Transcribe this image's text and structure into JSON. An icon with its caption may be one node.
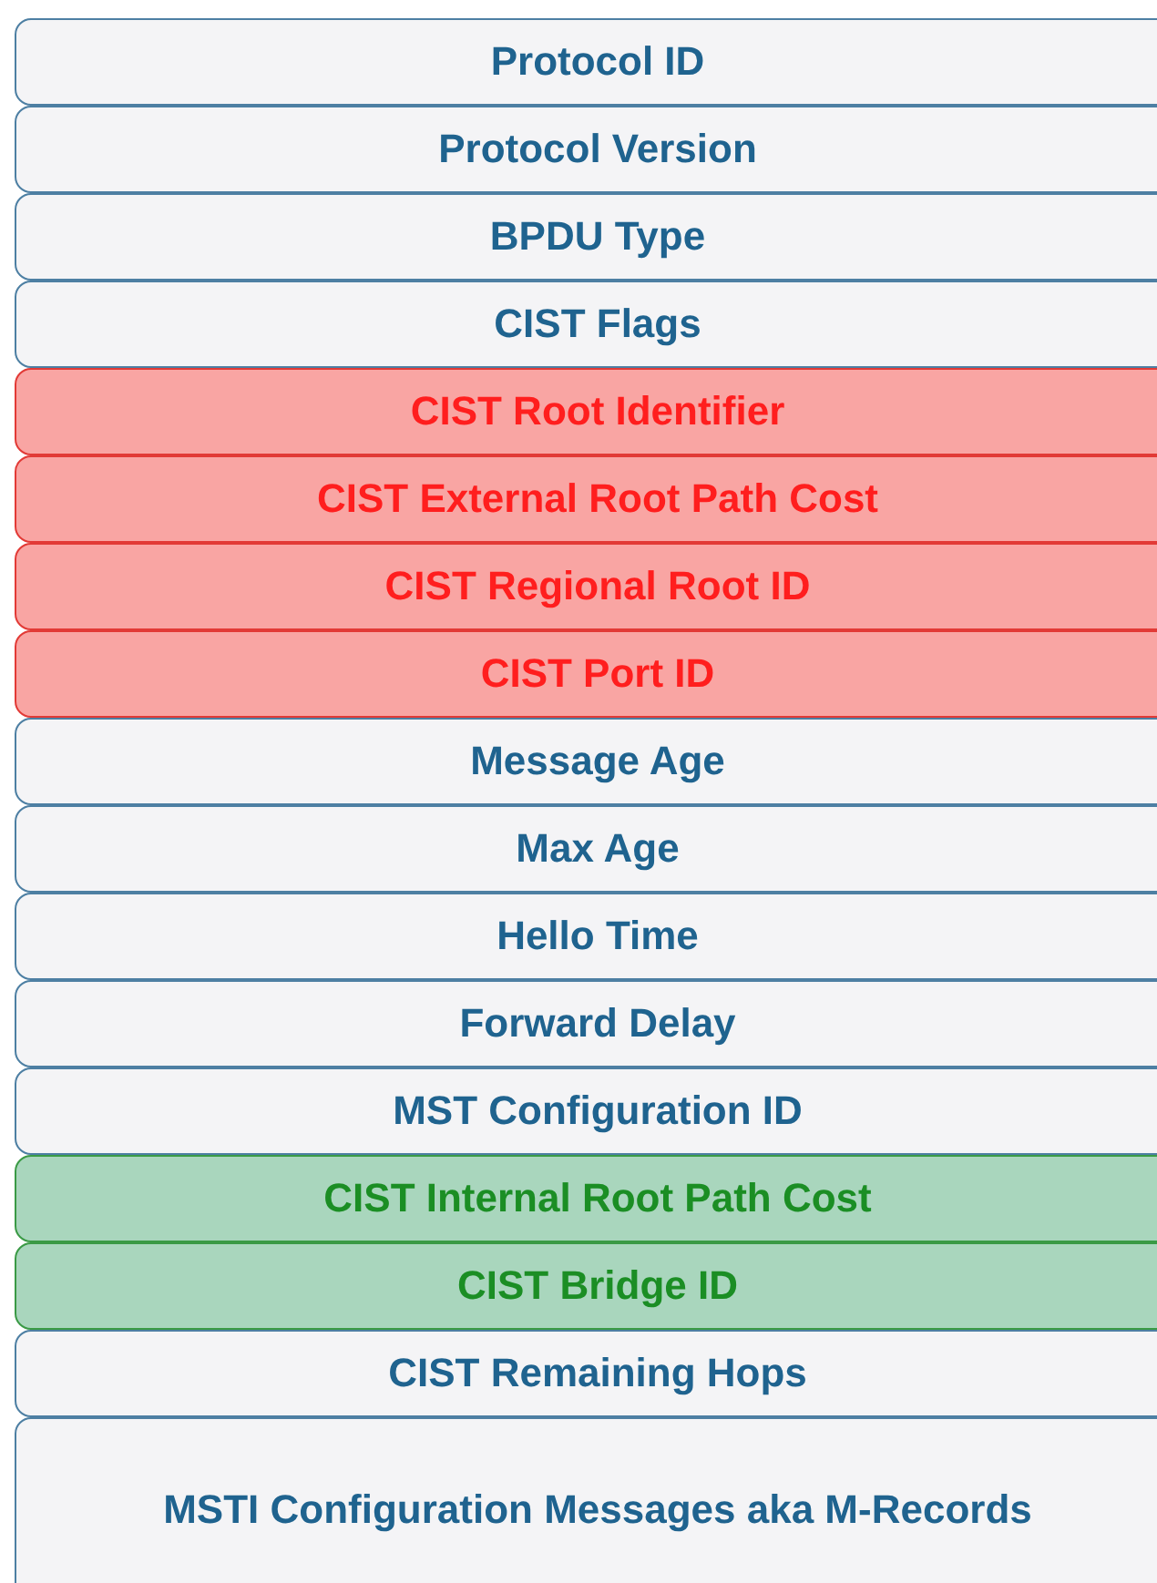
{
  "diagram": {
    "nodes": [
      {
        "text": [
          "Protocol ID"
        ]
      },
      {
        "text": [
          "Protocol Version"
        ]
      },
      {
        "text": [
          "BPDU Type"
        ]
      },
      {
        "text": [
          "CIST Flags"
        ]
      },
      {
        "text": [
          "CIST Root Identifier"
        ]
      },
      {
        "text": [
          "CIST External Root Path Cost"
        ]
      },
      {
        "text": [
          "CIST Regional Root ID"
        ]
      },
      {
        "text": [
          "CIST Port ID"
        ]
      },
      {
        "text": [
          "Message Age"
        ]
      },
      {
        "text": [
          "Max Age"
        ]
      },
      {
        "text": [
          "Hello Time"
        ]
      },
      {
        "text": [
          "Forward Delay"
        ]
      },
      {
        "text": [
          "MST Configuration ID"
        ]
      },
      {
        "text": [
          "CIST Internal Root Path Cost"
        ]
      },
      {
        "text": [
          "CIST Bridge ID"
        ]
      },
      {
        "text": [
          "CIST Remaining Hops"
        ]
      },
      {
        "text": [
          "MSTI Configuration Messages aka M-Records"
        ]
      }
    ]
  }
}
